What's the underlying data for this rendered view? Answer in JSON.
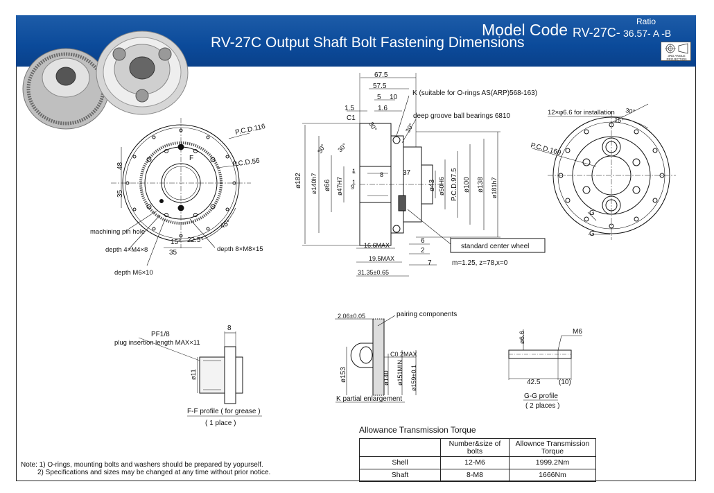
{
  "header": {
    "title": "RV-27C  Output Shaft Bolt Fastening Dimensions",
    "model_code_label": "Model Code",
    "model_code": "RV-27C-",
    "ratio_label": "Ratio",
    "ratio_value": "36.57- A -B",
    "projection_badge": "3RD ANGLE PROJECTION"
  },
  "front_view": {
    "pcd_outer": "P.C.D.116",
    "pcd_inner": "P.C.D.56",
    "label_F": "F",
    "dim_48": "48",
    "dim_35_v": "35",
    "dim_15": "15°",
    "dim_22_5": "22.5°",
    "dim_45": "45°",
    "dim_35_h": "35",
    "machining_pin_hole": "machining pin hole",
    "depth_4xM4": "depth 4×M4×8",
    "depth_M6": "depth M6×10",
    "depth_8xM8": "depth 8×M8×15"
  },
  "section_view": {
    "d67_5": "67.5",
    "d57_5": "57.5",
    "d5": "5",
    "d10": "10",
    "d1_5": "1.5",
    "d1_6": "1.6",
    "C1": "C1",
    "a30_1": "30°",
    "a30_2": "30°",
    "a30_3": "30°",
    "a30_4": "30°",
    "K_label": "K (suitable for O-rings AS(ARP)568-163)",
    "bearing_label": "deep groove ball bearings 6810",
    "d182": "ø182",
    "d140": "ø140h7",
    "d66": "ø66",
    "d47": "ø47H7",
    "d37": "37",
    "d1_a": "1",
    "d8": "8",
    "d1_b": "1",
    "d9": "9",
    "d43": "ø43",
    "d50": "ø50H6",
    "pcd97_5": "P.C.D.97.5",
    "d100": "ø100",
    "d138": "ø138",
    "d181": "ø181h7",
    "center_wheel": "standard center wheel",
    "gear_spec": "m=1.25, z=78,x=0",
    "d16_6": "16.6MAX",
    "d19_5": "19.5MAX",
    "d31_35": "31.35±0.65",
    "d6": "6",
    "d2": "2",
    "d7": "7"
  },
  "back_view": {
    "install_label": "12×φ6.6 for installation",
    "a30": "30°",
    "a15": "15°",
    "pcd169": "P.C.D.169",
    "G1": "G",
    "G2": "G"
  },
  "ff_profile": {
    "pf": "PF1/8",
    "plug": "plug insertion length MAX×11",
    "d8": "8",
    "d11": "ø11",
    "caption": "F-F profile ( for grease )",
    "places": "( 1 place )"
  },
  "k_enlarge": {
    "d2_06": "2.06±0.05",
    "pairing": "pairing components",
    "c0_2": "C0.2MAX",
    "d153": "ø153",
    "d140": "ø140",
    "d151": "ø151MIN",
    "d159": "ø159±0.1",
    "caption": "K partial enlargement"
  },
  "gg_profile": {
    "d6_6": "ø6.6",
    "m6": "M6",
    "d42_5": "42.5",
    "d10": "(10)",
    "caption": "G-G profile",
    "places": "( 2 places )"
  },
  "torque_table": {
    "title": "Allowance Transmission Torque",
    "headers": [
      "",
      "Number&size of bolts",
      "Allownce Transmission Torque"
    ],
    "rows": [
      [
        "Shell",
        "12-M6",
        "1999.2Nm"
      ],
      [
        "Shaft",
        "8-M8",
        "1666Nm"
      ]
    ]
  },
  "notes": {
    "line1": "Note: 1) O-rings, mounting bolts and washers should be prepared by yopurself.",
    "line2": "2) Specifications and sizes may be changed at any time without prior notice."
  },
  "colors": {
    "header_blue": "#0b4a9a",
    "line": "#111111"
  }
}
